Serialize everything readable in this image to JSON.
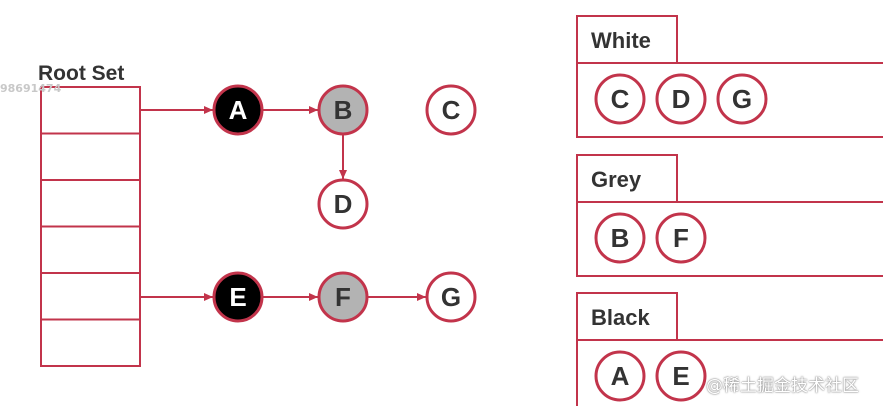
{
  "colors": {
    "outline": "#c2344b",
    "black_node": "#000000",
    "grey_node": "#b3b3b3",
    "white_node": "#ffffff",
    "text_dark": "#333333"
  },
  "root_set": {
    "label": "Root Set",
    "slot_count": 6
  },
  "graph": {
    "nodes": [
      {
        "id": "A",
        "label": "A",
        "color": "black"
      },
      {
        "id": "B",
        "label": "B",
        "color": "grey"
      },
      {
        "id": "C",
        "label": "C",
        "color": "white"
      },
      {
        "id": "D",
        "label": "D",
        "color": "white"
      },
      {
        "id": "E",
        "label": "E",
        "color": "black"
      },
      {
        "id": "F",
        "label": "F",
        "color": "grey"
      },
      {
        "id": "G",
        "label": "G",
        "color": "white"
      }
    ],
    "edges": [
      {
        "from": "root-slot-1",
        "to": "A"
      },
      {
        "from": "A",
        "to": "B"
      },
      {
        "from": "B",
        "to": "D"
      },
      {
        "from": "root-slot-5",
        "to": "E"
      },
      {
        "from": "E",
        "to": "F"
      },
      {
        "from": "F",
        "to": "G"
      }
    ]
  },
  "color_sets": [
    {
      "title": "White",
      "items": [
        "C",
        "D",
        "G"
      ]
    },
    {
      "title": "Grey",
      "items": [
        "B",
        "F"
      ]
    },
    {
      "title": "Black",
      "items": [
        "A",
        "E"
      ]
    }
  ],
  "watermark_left": "98691474",
  "site_watermark": "@稀土掘金技术社区"
}
